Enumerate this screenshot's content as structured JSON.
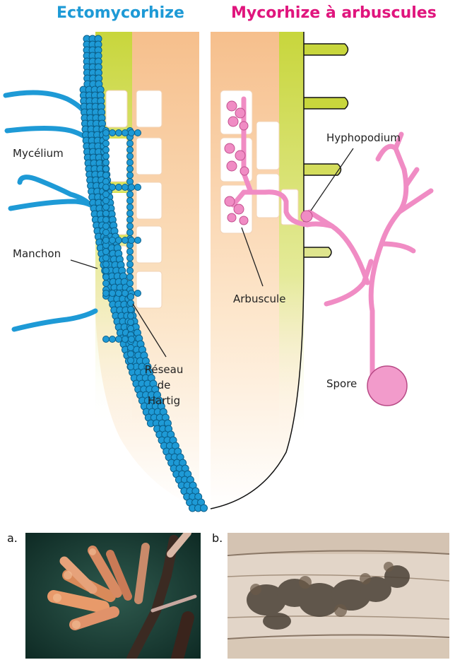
{
  "titles": {
    "ectomycorrhiza": "Ectomycorhize",
    "arbuscular": "Mycorhize à arbuscules"
  },
  "labels": {
    "mycelium": "Mycélium",
    "mantle": "Manchon",
    "hartig_line1": "Réseau",
    "hartig_line2": "de",
    "hartig_line3": "Hartig",
    "hyphopodium": "Hyphopodium",
    "arbuscule": "Arbuscule",
    "spore": "Spore"
  },
  "photos": {
    "a_label": "a.",
    "b_label": "b."
  },
  "colors": {
    "ecto_blue": "#1e9ad6",
    "arbuscular_pink": "#e0157d",
    "hypha_pink": "#f08cc4",
    "root_green": "#c8d63c",
    "root_orange": "#f6c08e"
  }
}
